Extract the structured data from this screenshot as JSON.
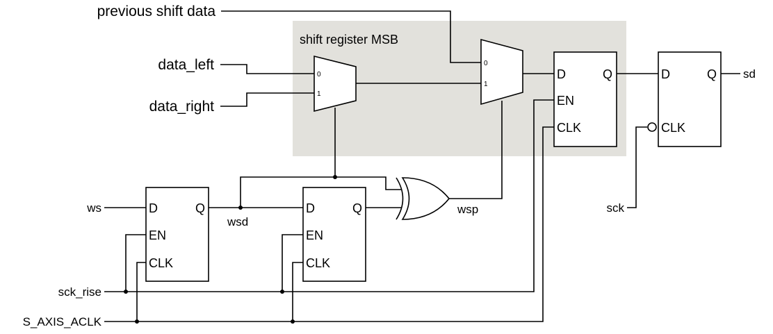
{
  "inputs": {
    "previous_shift_data": "previous shift data",
    "data_left": "data_left",
    "data_right": "data_right",
    "ws": "ws",
    "sck_rise": "sck_rise",
    "s_axis_aclk": "S_AXIS_ACLK",
    "sck": "sck"
  },
  "outputs": {
    "sd": "sd"
  },
  "signals": {
    "wsd": "wsd",
    "wsp": "wsp"
  },
  "region": {
    "label": "shift register MSB",
    "color": "#e2e1dc"
  },
  "flipflops": {
    "ff_ws1": {
      "d": "D",
      "q": "Q",
      "en": "EN",
      "clk": "CLK"
    },
    "ff_ws2": {
      "d": "D",
      "q": "Q",
      "en": "EN",
      "clk": "CLK"
    },
    "ff_msb": {
      "d": "D",
      "q": "Q",
      "en": "EN",
      "clk": "CLK"
    },
    "ff_out": {
      "d": "D",
      "q": "Q",
      "clk": "CLK"
    }
  },
  "muxes": {
    "mux_lr": {
      "in0": "0",
      "in1": "1"
    },
    "mux_shift": {
      "in0": "0",
      "in1": "1"
    }
  }
}
